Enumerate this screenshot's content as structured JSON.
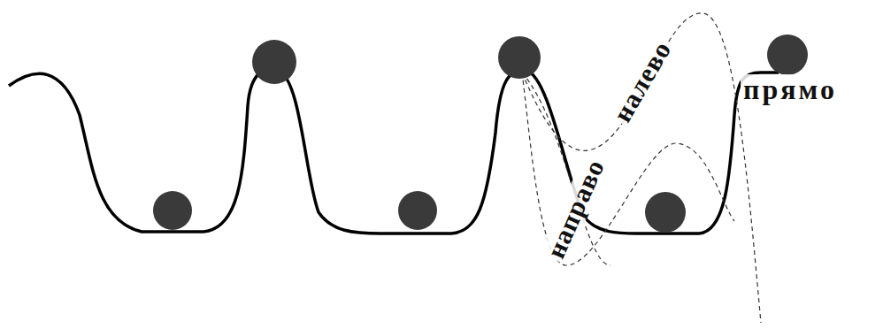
{
  "diagram": {
    "labels": [
      "налево",
      "направо",
      "прямо"
    ]
  }
}
